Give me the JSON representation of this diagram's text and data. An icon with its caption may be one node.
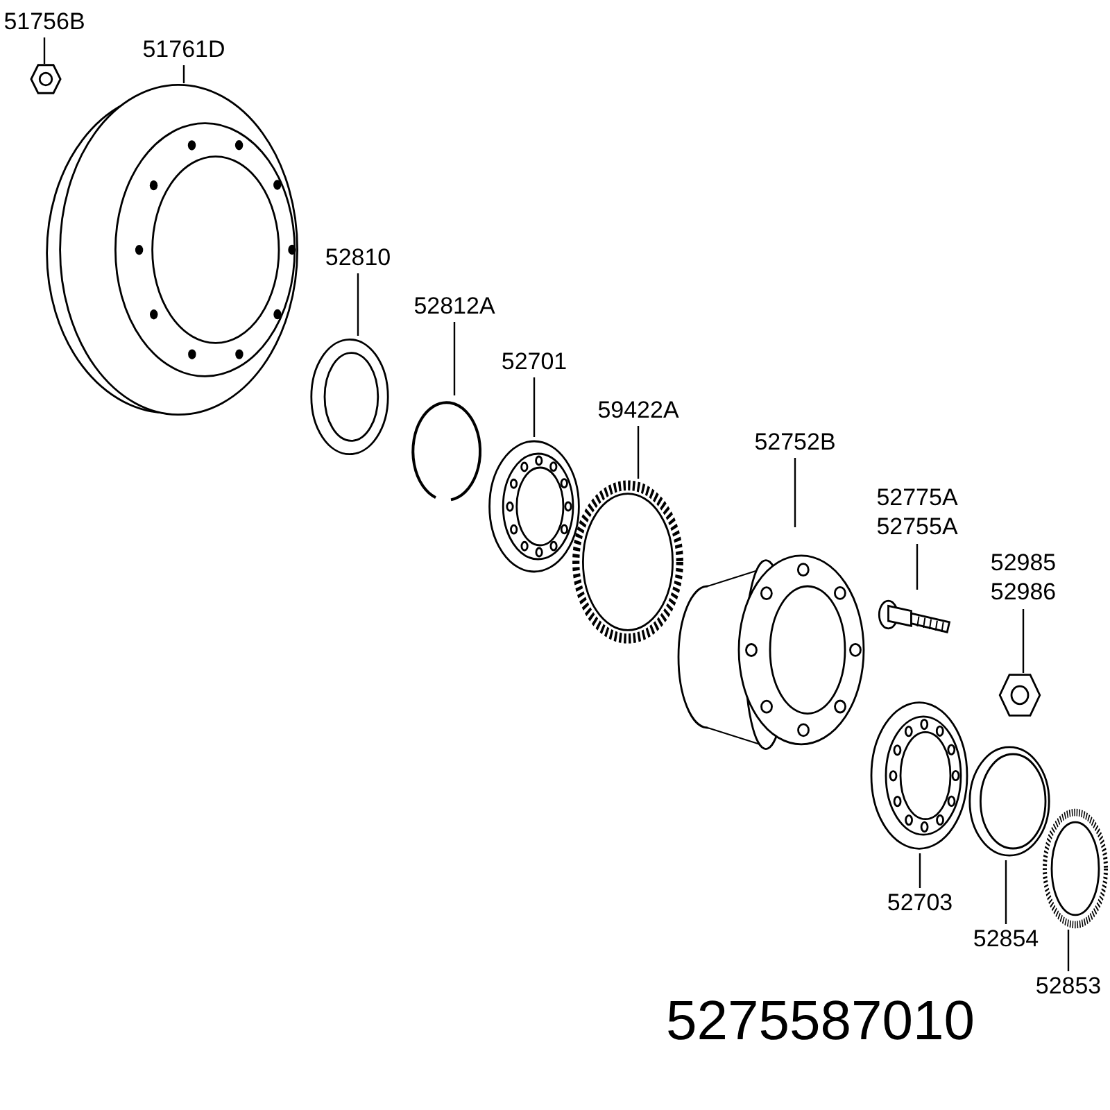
{
  "diagram": {
    "nodes": [
      {
        "text": [
          "51756B"
        ]
      },
      {
        "text": [],
        "shape": "picture"
      },
      {
        "text": [
          "51761D"
        ]
      },
      {
        "text": [],
        "shape": "picture"
      },
      {
        "text": [
          "52810"
        ]
      },
      {
        "text": [],
        "shape": "picture"
      },
      {
        "text": [
          "52812A"
        ]
      },
      {
        "text": [],
        "shape": "picture"
      },
      {
        "text": [
          "52701"
        ]
      },
      {
        "text": [],
        "shape": "picture"
      },
      {
        "text": [
          "59422A"
        ]
      },
      {
        "text": [],
        "shape": "picture"
      },
      {
        "text": [
          "52752B"
        ]
      },
      {
        "text": [],
        "shape": "picture"
      },
      {
        "text": [
          "52775A",
          "52755A"
        ]
      },
      {
        "text": [],
        "shape": "picture"
      },
      {
        "text": [
          "52985",
          "52986"
        ]
      },
      {
        "text": [],
        "shape": "picture"
      },
      {
        "text": [
          "52703"
        ]
      },
      {
        "text": [],
        "shape": "picture"
      },
      {
        "text": [
          "52854"
        ]
      },
      {
        "text": [],
        "shape": "picture"
      },
      {
        "text": [
          "52853"
        ]
      },
      {
        "text": [],
        "shape": "picture"
      }
    ],
    "edges": [
      {
        "from": 0,
        "to": 1,
        "arrow": "none"
      },
      {
        "from": 2,
        "to": 3,
        "arrow": "none"
      },
      {
        "from": 4,
        "to": 5,
        "arrow": "none"
      },
      {
        "from": 6,
        "to": 7,
        "arrow": "none"
      },
      {
        "from": 8,
        "to": 9,
        "arrow": "none"
      },
      {
        "from": 10,
        "to": 11,
        "arrow": "none"
      },
      {
        "from": 12,
        "to": 13,
        "arrow": "none"
      },
      {
        "from": 14,
        "to": 15,
        "arrow": "none"
      },
      {
        "from": 16,
        "to": 17,
        "arrow": "none"
      },
      {
        "from": 18,
        "to": 19,
        "arrow": "none"
      },
      {
        "from": 20,
        "to": 21,
        "arrow": "none"
      },
      {
        "from": 22,
        "to": 23,
        "arrow": "none"
      }
    ],
    "labels": [
      "5275587010"
    ]
  }
}
